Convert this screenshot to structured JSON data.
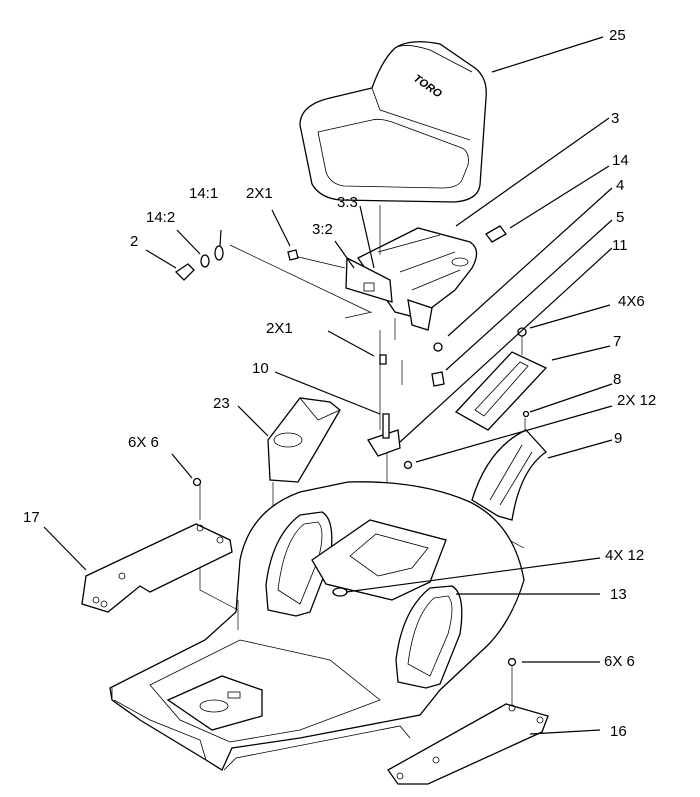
{
  "callouts": [
    "25",
    "3",
    "14",
    "4",
    "5",
    "11",
    "4X6",
    "7",
    "8",
    "2X 12",
    "9",
    "14:1",
    "2X1",
    "14:2",
    "2",
    "3:3",
    "3:2",
    "2X1",
    "10",
    "23",
    "6X 6",
    "17",
    "4X 12",
    "13",
    "6X 6",
    "16"
  ],
  "seat_brand": "TORO"
}
